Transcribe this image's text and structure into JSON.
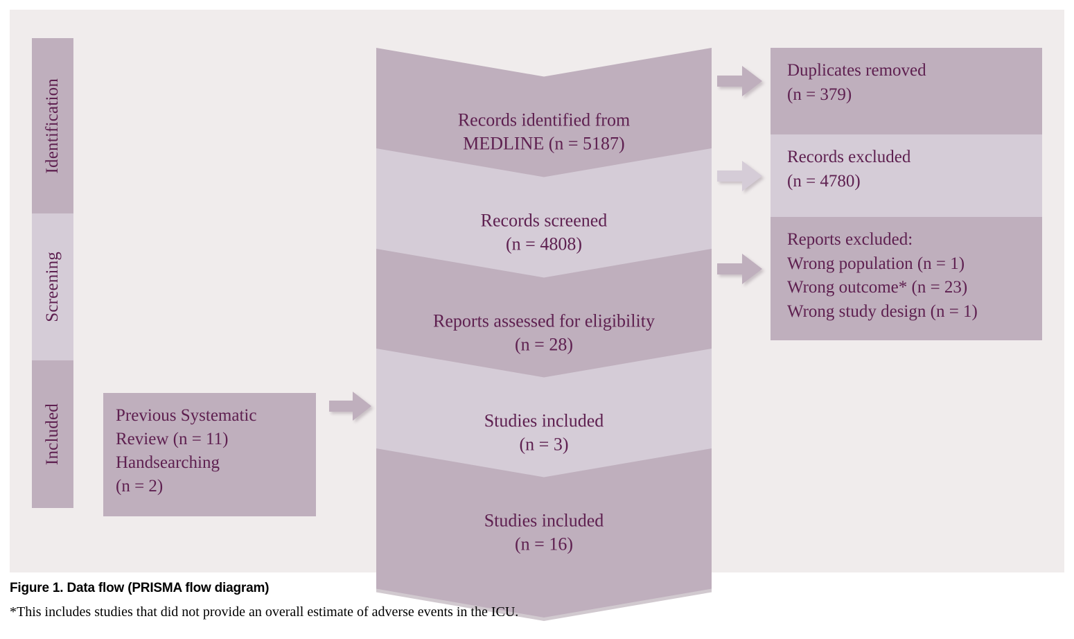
{
  "figure": {
    "caption_title": "Figure 1. Data flow (PRISMA flow diagram)",
    "caption_note": "*This includes studies that did not provide an overall estimate of adverse events in the ICU."
  },
  "colors": {
    "panel_background": "#f0ecec",
    "band_dark": "#bfafbd",
    "band_light": "#d5ccd7",
    "text_purple": "#5e2050",
    "caption_text": "#000000"
  },
  "stages": [
    {
      "label": "Identification",
      "tone": "dark"
    },
    {
      "label": "Screening",
      "tone": "light"
    },
    {
      "label": "Included",
      "tone": "dark"
    }
  ],
  "source_box": {
    "lines": [
      "Previous Systematic",
      "Review (n = 11)",
      "Handsearching",
      "(n = 2)"
    ]
  },
  "flow": {
    "steps": [
      {
        "line1": "Records identified from",
        "line2": "MEDLINE (n = 5187)",
        "tone": "dark"
      },
      {
        "line1": "Records screened",
        "line2": "(n = 4808)",
        "tone": "light"
      },
      {
        "line1": "Reports assessed for eligibility",
        "line2": "(n = 28)",
        "tone": "dark"
      },
      {
        "line1": "Studies included",
        "line2": "(n = 3)",
        "tone": "light"
      },
      {
        "line1": "Studies included",
        "line2": "(n = 16)",
        "tone": "dark"
      }
    ]
  },
  "exclusions": [
    {
      "tone": "dark",
      "lines": [
        "Duplicates removed",
        "(n = 379)"
      ]
    },
    {
      "tone": "light",
      "lines": [
        "Records excluded",
        "(n = 4780)"
      ]
    },
    {
      "tone": "dark",
      "lines": [
        "Reports excluded:",
        "Wrong population (n = 1)",
        "Wrong outcome* (n = 23)",
        "Wrong study design (n = 1)"
      ]
    }
  ],
  "arrows": {
    "source_to_flow": "arrow-right-icon",
    "to_duplicates": "arrow-right-icon",
    "to_records_excluded": "arrow-right-icon",
    "to_reports_excluded": "arrow-right-icon"
  }
}
